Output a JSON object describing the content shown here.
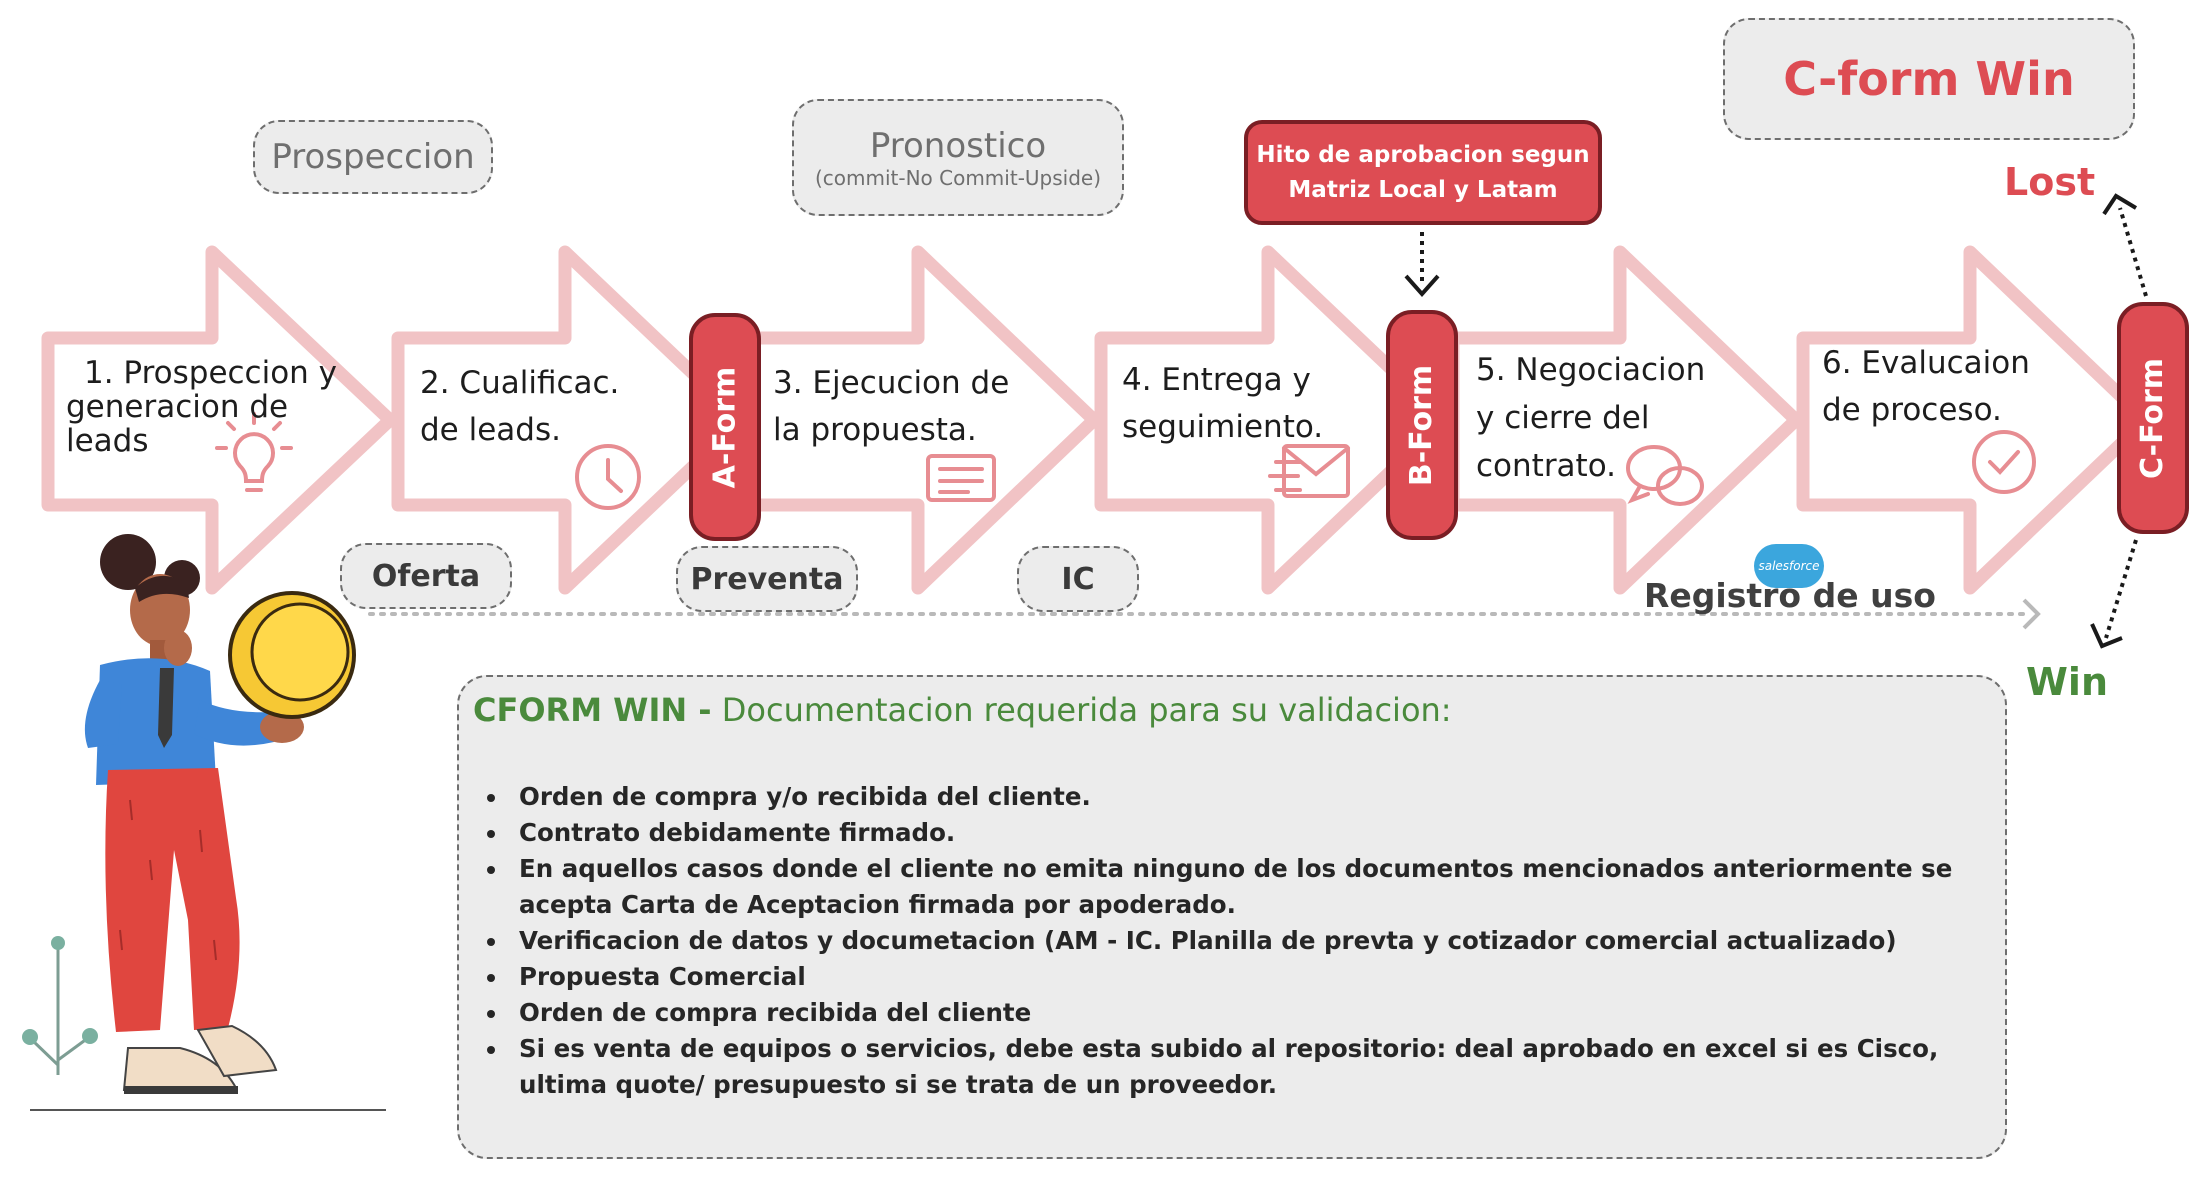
{
  "steps": [
    {
      "lines": [
        "1. Prospeccion y",
        "generacion de",
        "leads"
      ],
      "icon": "lightbulb-icon"
    },
    {
      "lines": [
        "2.  Cualificac.",
        "de leads."
      ],
      "icon": "clock-icon"
    },
    {
      "lines": [
        "3.  Ejecucion de",
        "la propuesta."
      ],
      "icon": "document-icon"
    },
    {
      "lines": [
        "4. Entrega y",
        "seguimiento."
      ],
      "icon": "envelope-icon"
    },
    {
      "lines": [
        "5. Negociacion",
        "y cierre del",
        "contrato."
      ],
      "icon": "chat-bubbles-icon"
    },
    {
      "lines": [
        "6. Evalucaion",
        "de proceso."
      ],
      "icon": "checkmark-icon"
    }
  ],
  "forms": {
    "a": "A-Form",
    "b": "B-Form",
    "c": "C-Form"
  },
  "labels": {
    "prospeccion": "Prospeccion",
    "pronostico": "Pronostico",
    "pronostico_sub": "(commit-No Commit-Upside)",
    "oferta": "Oferta",
    "preventa": "Preventa",
    "ic": "IC",
    "registro": "Registro de uso",
    "salesforce": "salesforce"
  },
  "hito": {
    "line1": "Hito de aprobacion segun",
    "line2": "Matriz Local y Latam"
  },
  "cform_win": "C-form Win",
  "outcomes": {
    "lost": "Lost",
    "win": "Win"
  },
  "doc": {
    "title_bold": "CFORM WIN -",
    "title_rest": " Documentacion requerida para su validacion:",
    "items": [
      "Orden de compra y/o recibida del cliente.",
      "Contrato debidamente firmado.",
      "En aquellos casos donde el cliente no emita ninguno de los documentos mencionados anteriormente se acepta Carta de Aceptacion firmada por apoderado.",
      "Verificacion de datos y documetacion (AM - IC. Planilla de prevta y cotizador comercial actualizado)",
      "Propuesta Comercial",
      "Orden de compra recibida del cliente",
      "Si es venta de equipos o servicios, debe esta subido al repositorio: deal aprobado en excel si es Cisco, ultima quote/ presupuesto si se trata de un proveedor."
    ]
  },
  "colors": {
    "accent": "#dd4c53",
    "accent_border": "#7a1e24",
    "arrow_outline": "#f1c3c5",
    "win": "#4a8a3c",
    "gray_box": "#ececec"
  }
}
